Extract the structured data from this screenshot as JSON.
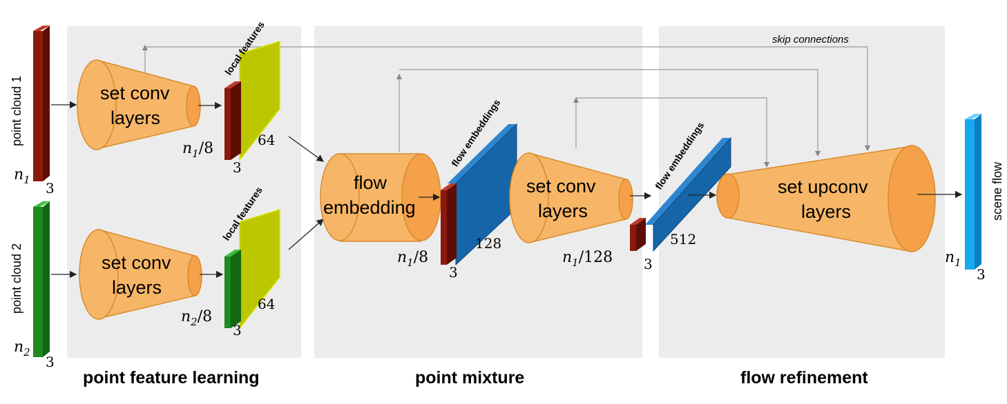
{
  "sections": {
    "feature_learning": "point feature learning",
    "mixture": "point mixture",
    "refinement": "flow refinement"
  },
  "inputs": {
    "cloud1": "point cloud 1",
    "cloud2": "point cloud 2",
    "n1_var": "n",
    "n1_sub": "1",
    "n2_var": "n",
    "n2_sub": "2",
    "dim3": "3"
  },
  "blocks": {
    "set_conv_line1": "set conv",
    "set_conv_line2": "layers",
    "flow_emb_line1": "flow",
    "flow_emb_line2": "embedding",
    "upconv_line1": "set upconv",
    "upconv_line2": "layers"
  },
  "features": {
    "local_features": "local features",
    "flow_embeddings": "flow embeddings",
    "ch64": "64",
    "ch128": "128",
    "ch512": "512",
    "div8": "/8",
    "div128": "/128"
  },
  "skip": "skip connections",
  "output": {
    "label": "scene flow"
  },
  "colors": {
    "panel": "#ececec",
    "cone_fill": "#f7b667",
    "cone_face": "#f5a14a",
    "cone_stroke": "#d98a2a",
    "dark_red": "#8b1a0e",
    "green": "#1f8a1f",
    "lime": "#c3cf00",
    "blue": "#1565a8",
    "cyan": "#17a9ef"
  }
}
